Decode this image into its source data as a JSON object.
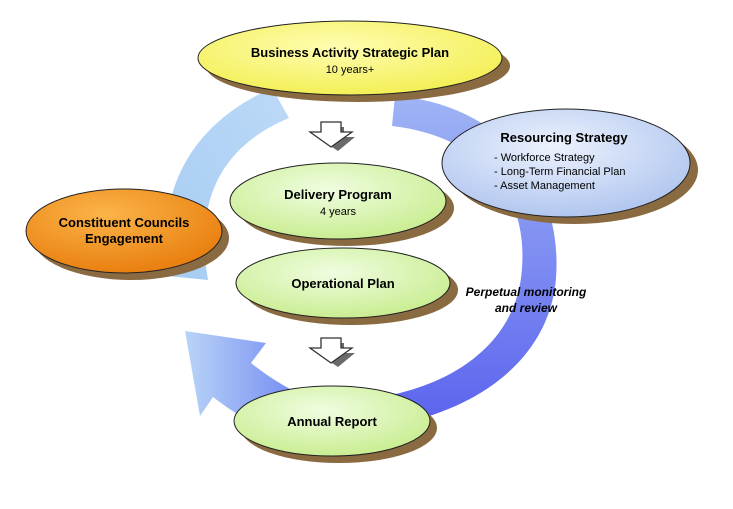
{
  "cycle": {
    "plan": {
      "title": "Business Activity Strategic Plan",
      "subtitle": "10 years+"
    },
    "resourcing": {
      "title": "Resourcing Strategy",
      "items": [
        "- Workforce Strategy",
        "- Long-Term Financial Plan",
        "- Asset Management"
      ]
    },
    "engagement": {
      "line1": "Constituent Councils",
      "line2": "Engagement"
    },
    "delivery": {
      "title": "Delivery Program",
      "subtitle": "4 years"
    },
    "operational": {
      "title": "Operational Plan"
    },
    "annual": {
      "title": "Annual Report"
    },
    "monitoring": {
      "line1": "Perpetual monitoring",
      "line2": "and review"
    }
  },
  "colors": {
    "plan": "#f7f46a",
    "resourcing": "#c9d8f5",
    "engagement": "#f18c1a",
    "inner": "#d6f4a8",
    "shadow": "#8a6a40",
    "arrow_light": "#a9cdf4",
    "arrow_mid": "#7f9cf2",
    "arrow_dark": "#5a67ee"
  }
}
